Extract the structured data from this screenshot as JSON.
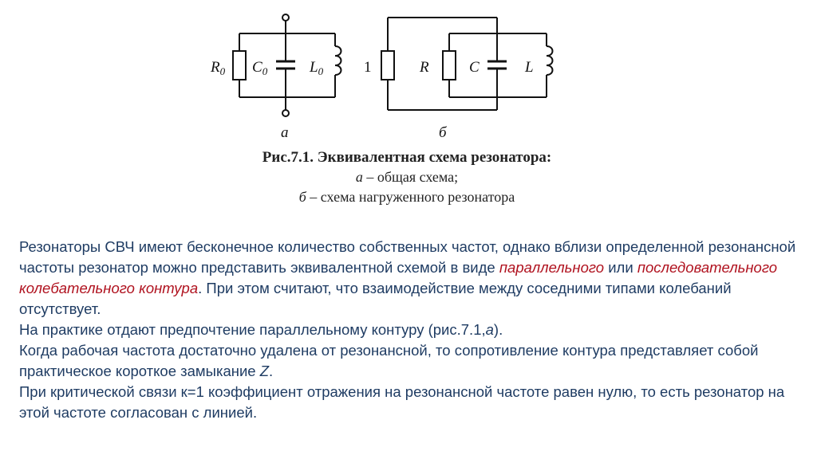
{
  "figure": {
    "circuit_a": {
      "label": "а",
      "components": {
        "resistor": "R",
        "resistor_sub": "0",
        "capacitor": "C",
        "capacitor_sub": "0",
        "inductor": "L",
        "inductor_sub": "0"
      }
    },
    "circuit_b": {
      "label": "б",
      "components": {
        "load": "1",
        "resistor": "R",
        "capacitor": "C",
        "inductor": "L"
      }
    },
    "caption": {
      "title": "Рис.7.1. Эквивалентная схема резонатора:",
      "line_a_letter": "а",
      "line_a_text": " – общая схема;",
      "line_b_letter": "б",
      "line_b_text": " – схема нагруженного резонатора"
    }
  },
  "body": {
    "p1": {
      "t1": "Резонаторы СВЧ имеют бесконечное количество собственных частот, однако вблизи определенной резонансной частоты резонатор можно представить эквивалентной схемой в виде ",
      "h1": "параллельного",
      "t2": " или ",
      "h2": "последовательного колебательного контура",
      "t3": ". При этом считают, что взаимодействие между соседними типами колебаний отсутствует."
    },
    "p2": {
      "t1": "На практике отдают предпочтение параллельному контуру (рис.7.1,",
      "i1": "а",
      "t2": ")."
    },
    "p3": {
      "t1": "Когда рабочая частота достаточно удалена от резонансной, то сопротивление контура представляет собой практическое короткое замыкание ",
      "i1": "Z",
      "t2": "."
    },
    "p4": {
      "t1": "При критической связи к=1 коэффициент отражения на резонансной частоте равен нулю, то есть резонатор на этой частоте согласован с линией."
    }
  }
}
